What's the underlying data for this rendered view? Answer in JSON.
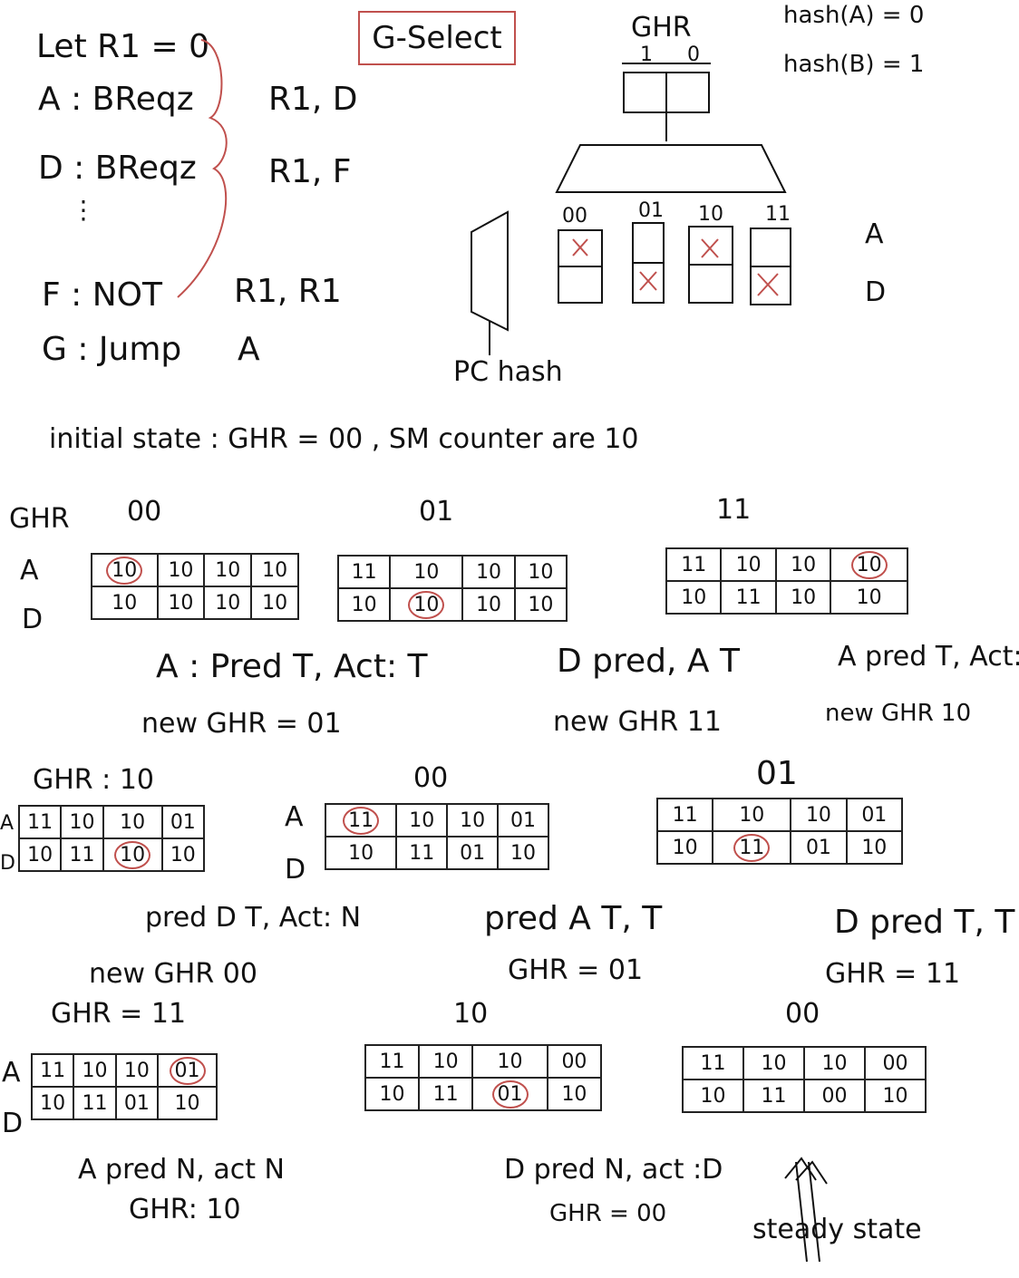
{
  "title": "G-Select",
  "program": [
    {
      "label": "Let R1 = 0",
      "operands": ""
    },
    {
      "label": "A : BReqz",
      "operands": "R1, D"
    },
    {
      "label": "D : BReqz",
      "operands": "R1, F"
    },
    {
      "label": "F : NOT",
      "operands": "R1, R1"
    },
    {
      "label": "G : Jump",
      "operands": "A"
    }
  ],
  "hw": {
    "ghr_label": "GHR",
    "ghr_bits": [
      "1",
      "0"
    ],
    "hash_a": "hash(A) = 0",
    "hash_b": "hash(B) = 1",
    "col_labels": [
      "00",
      "01",
      "10",
      "11"
    ],
    "row_labels": [
      "A",
      "D"
    ],
    "pc_hash": "PC hash"
  },
  "initial_state": "initial state : GHR = 00 , SM counter are 10",
  "tables": [
    {
      "header": "00",
      "ghr_prefix": "GHR",
      "row_labels": [
        "A",
        "D"
      ],
      "rows": [
        [
          "10",
          "10",
          "10",
          "10"
        ],
        [
          "10",
          "10",
          "10",
          "10"
        ]
      ],
      "circled": [
        0,
        0
      ],
      "caption": "A : Pred T, Act: T",
      "ghr": "new GHR = 01"
    },
    {
      "header": "01",
      "ghr_prefix": "",
      "row_labels": [],
      "rows": [
        [
          "11",
          "10",
          "10",
          "10"
        ],
        [
          "10",
          "10",
          "10",
          "10"
        ]
      ],
      "circled": [
        1,
        1
      ],
      "caption": "D pred, A T",
      "ghr": "new GHR 11"
    },
    {
      "header": "11",
      "ghr_prefix": "",
      "row_labels": [],
      "rows": [
        [
          "11",
          "10",
          "10",
          "10"
        ],
        [
          "10",
          "11",
          "10",
          "10"
        ]
      ],
      "circled": [
        0,
        3
      ],
      "caption": "A pred T, Act: N",
      "ghr": "new GHR 10"
    },
    {
      "header": "GHR : 10",
      "ghr_prefix": "",
      "row_labels": [
        "A",
        "D"
      ],
      "rows": [
        [
          "11",
          "10",
          "10",
          "01"
        ],
        [
          "10",
          "11",
          "10",
          "10"
        ]
      ],
      "circled": [
        1,
        2
      ],
      "caption": "pred D T, Act: N",
      "ghr": "new GHR 00"
    },
    {
      "header": "00",
      "ghr_prefix": "",
      "row_labels": [
        "A",
        "D"
      ],
      "rows": [
        [
          "11",
          "10",
          "10",
          "01"
        ],
        [
          "10",
          "11",
          "01",
          "10"
        ]
      ],
      "circled": [
        0,
        0
      ],
      "caption": "pred A T, T",
      "ghr": "GHR = 01"
    },
    {
      "header": "01",
      "ghr_prefix": "",
      "row_labels": [],
      "rows": [
        [
          "11",
          "10",
          "10",
          "01"
        ],
        [
          "10",
          "11",
          "01",
          "10"
        ]
      ],
      "circled": [
        1,
        1
      ],
      "caption": "D pred T, T",
      "ghr": "GHR = 11"
    },
    {
      "header": "GHR = 11",
      "ghr_prefix": "",
      "row_labels": [
        "A",
        "D"
      ],
      "rows": [
        [
          "11",
          "10",
          "10",
          "01"
        ],
        [
          "10",
          "11",
          "01",
          "10"
        ]
      ],
      "circled": [
        0,
        3
      ],
      "caption": "A pred N, act N",
      "ghr": "GHR: 10"
    },
    {
      "header": "10",
      "ghr_prefix": "",
      "row_labels": [],
      "rows": [
        [
          "11",
          "10",
          "10",
          "00"
        ],
        [
          "10",
          "11",
          "01",
          "10"
        ]
      ],
      "circled": [
        1,
        2
      ],
      "caption": "D pred N, act :D",
      "ghr": "GHR = 00"
    },
    {
      "header": "00",
      "ghr_prefix": "",
      "row_labels": [],
      "rows": [
        [
          "11",
          "10",
          "10",
          "00"
        ],
        [
          "10",
          "11",
          "00",
          "10"
        ]
      ],
      "circled": null,
      "caption": "",
      "ghr": ""
    }
  ],
  "steady": "steady state",
  "colors": {
    "ink": "#111111",
    "annot": "#c0504d"
  }
}
